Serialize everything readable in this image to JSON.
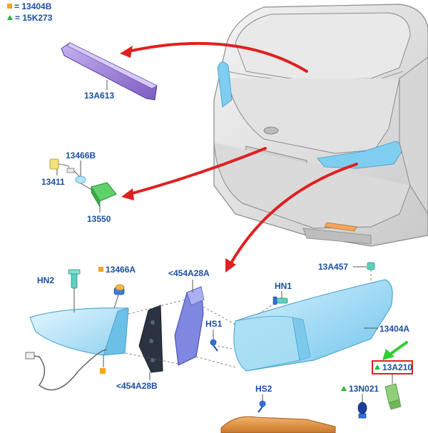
{
  "legend": {
    "square_marker_label": "= 13404B",
    "triangle_marker_label": "= 15K273"
  },
  "parts": {
    "p13A613": "13A613",
    "p13466B": "13466B",
    "p13411": "13411",
    "p13550": "13550",
    "hn2": "HN2",
    "p13466A": "13466A",
    "p454A28A": "<454A28A",
    "p454A28B": "<454A28B",
    "hs1": "HS1",
    "hn1": "HN1",
    "p13A457": "13A457",
    "p13404A": "13404A",
    "p13A210": "13A210",
    "p13N021": "13N021",
    "hs2": "HS2"
  },
  "colors": {
    "label_text": "#1a4fa3",
    "square_marker": "#f5a623",
    "triangle_marker": "#22bb33",
    "callout_arrow": "#e02020",
    "highlight_arrow": "#33cc33",
    "lamp_body": "#a9dff5",
    "high_stop_lamp": "#9b7fd6"
  }
}
